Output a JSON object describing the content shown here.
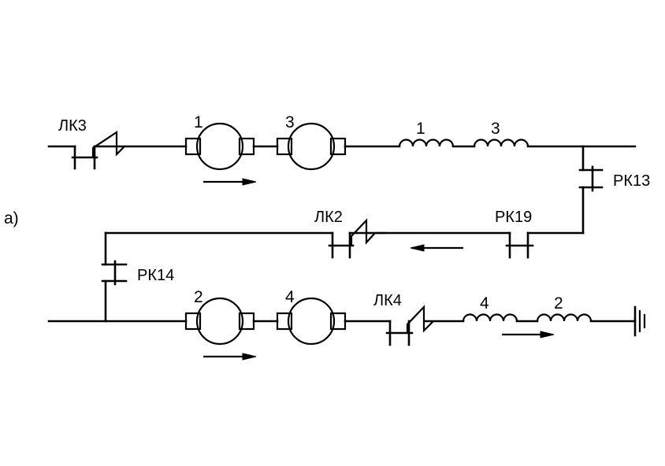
{
  "figure_label": "а)",
  "motors": [
    {
      "id": "motor-1",
      "label": "1",
      "arrow": "right"
    },
    {
      "id": "motor-3",
      "label": "3",
      "arrow": "none"
    },
    {
      "id": "motor-2",
      "label": "2",
      "arrow": "right"
    },
    {
      "id": "motor-4",
      "label": "4",
      "arrow": "none"
    }
  ],
  "field_coils": [
    {
      "id": "coil-1",
      "label": "1"
    },
    {
      "id": "coil-3",
      "label": "3"
    },
    {
      "id": "coil-4",
      "label": "4"
    },
    {
      "id": "coil-2",
      "label": "2"
    }
  ],
  "contactors": [
    {
      "id": "lk3",
      "label": "ЛК3",
      "type": "line-contactor-with-blowout"
    },
    {
      "id": "lk2",
      "label": "ЛК2",
      "type": "line-contactor-with-blowout"
    },
    {
      "id": "lk4",
      "label": "ЛК4",
      "type": "line-contactor-with-blowout"
    },
    {
      "id": "rk13",
      "label": "РК13",
      "type": "reverser-contact"
    },
    {
      "id": "rk19",
      "label": "РК19",
      "type": "reverser-contact"
    },
    {
      "id": "rk14",
      "label": "РК14",
      "type": "reverser-contact"
    }
  ],
  "current_arrows": [
    {
      "id": "arrow-top",
      "direction": "right"
    },
    {
      "id": "arrow-middle",
      "direction": "left"
    },
    {
      "id": "arrow-bottom-motor",
      "direction": "right"
    },
    {
      "id": "arrow-bottom-coil",
      "direction": "right"
    }
  ],
  "ground_icon": "ground-icon"
}
